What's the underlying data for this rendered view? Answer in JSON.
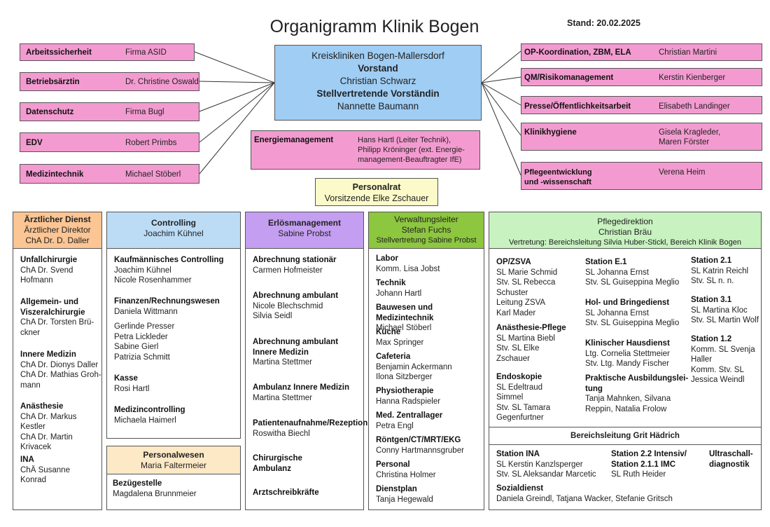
{
  "title": "Organigramm Klinik Bogen",
  "stand": "Stand: 20.02.2025",
  "left_boxes": [
    {
      "label": "Arbeitssicherheit",
      "value": "Firma ASID"
    },
    {
      "label": "Betriebsärztin",
      "value": "Dr. Christine Oswald"
    },
    {
      "label": "Datenschutz",
      "value": "Firma Bugl"
    },
    {
      "label": "EDV",
      "value": "Robert Primbs"
    },
    {
      "label": "Medizintechnik",
      "value": "Michael Stöberl"
    }
  ],
  "right_boxes": [
    {
      "label": "OP-Koordination, ZBM, ELA",
      "value": "Christian Martini"
    },
    {
      "label": "QM/Risikomanagement",
      "value": "Kerstin Kienberger"
    },
    {
      "label": "Presse/Öffentlichkeitsarbeit",
      "value": "Elisabeth Landinger"
    },
    {
      "label": "Klinikhygiene",
      "value": "Gisela Kragleder,\nMaren Förster"
    },
    {
      "label": "Pflegeentwicklung\nund -wissenschaft",
      "value": "Verena Heim"
    }
  ],
  "center": {
    "line1": "Kreiskliniken Bogen-Mallersdorf",
    "line2": "Vorstand",
    "line3": "Christian Schwarz",
    "line4": "Stellvertretende Vorständin",
    "line5": "Nannette Baumann"
  },
  "energie": {
    "label": "Energiemanagement",
    "value": "Hans Hartl (Leiter Technik),\nPhilipp Kröninger (ext. Energie-\nmanagement-Beauftragter IfE)"
  },
  "personalrat": {
    "title": "Personalrat",
    "sub": "Vorsitzende Elke Zschauer"
  },
  "aerztlich": {
    "title": "Ärztlicher Dienst",
    "sub1": "Ärztlicher Direktor",
    "sub2": "ChA Dr. D. Daller",
    "items": [
      {
        "h": "Unfallchirurgie",
        "l": "ChA Dr. Svend\nHofmann"
      },
      {
        "h": "Allgemein- und\nViszeralchirurgie",
        "l": "ChA Dr. Torsten  Brü-\nckner"
      },
      {
        "h": "Innere Medizin",
        "l": "ChA Dr. Dionys Daller\nChA Dr. Mathias Groh-\nmann"
      },
      {
        "h": "Anästhesie",
        "l": "ChA Dr. Markus\nKestler\nChA Dr. Martin Krivacek"
      },
      {
        "h": "INA",
        "l": "ChÄ Susanne\nKonrad"
      }
    ]
  },
  "controlling": {
    "title": "Controlling",
    "sub": "Joachim Kühnel",
    "items": [
      {
        "h": "Kaufmännisches Controlling",
        "l": "Joachim Kühnel\nNicole Rosenhammer"
      },
      {
        "h": "Finanzen/Rechnungswesen",
        "l": "Daniela Wittmann"
      },
      {
        "h": "",
        "l": "Gerlinde Presser\nPetra Lickleder\nSabine Gierl\nPatrizia Schmitt"
      },
      {
        "h": "Kasse",
        "l": "Rosi Hartl"
      },
      {
        "h": "Medizincontrolling",
        "l": "Michaela Haimerl"
      }
    ]
  },
  "personalwesen": {
    "title": "Personalwesen",
    "sub": "Maria Faltermeier",
    "items": [
      {
        "h": "Bezügestelle",
        "l": "Magdalena Brunnmeier"
      }
    ]
  },
  "erloes": {
    "title": "Erlösmanagement",
    "sub": "Sabine Probst",
    "items": [
      {
        "h": "Abrechnung stationär",
        "l": "Carmen Hofmeister"
      },
      {
        "h": "Abrechnung ambulant",
        "l": "Nicole Blechschmid\nSilvia Seidl"
      },
      {
        "h": "Abrechnung ambulant\nInnere Medizin",
        "l": "Martina Stettmer"
      },
      {
        "h": "Ambulanz Innere Medizin",
        "l": "Martina Stettmer"
      },
      {
        "h": "Patientenaufnahme/Rezeption",
        "l": "Roswitha Biechl"
      },
      {
        "h": "Chirurgische\nAmbulanz",
        "l": ""
      },
      {
        "h": "Arztschreibkräfte",
        "l": ""
      }
    ]
  },
  "verwaltung": {
    "title": "Verwaltungsleiter",
    "sub1": "Stefan Fuchs",
    "sub2": "Stellvertretung Sabine Probst",
    "items": [
      {
        "h": "Labor",
        "l": "Komm. Lisa Jobst"
      },
      {
        "h": "Technik",
        "l": "Johann Hartl"
      },
      {
        "h": "Bauwesen und Medizintechnik",
        "l": "Michael Stöberl"
      },
      {
        "h": "Küche",
        "l": "Max Springer"
      },
      {
        "h": "Cafeteria",
        "l": "Benjamin Ackermann\nIlona Sitzberger"
      },
      {
        "h": "Physiotherapie",
        "l": "Hanna Radspieler"
      },
      {
        "h": "Med. Zentrallager",
        "l": "Petra Engl"
      },
      {
        "h": "Röntgen/CT/MRT/EKG",
        "l": "Conny Hartmannsgruber"
      },
      {
        "h": "Personal",
        "l": "Christina Holmer"
      },
      {
        "h": "Dienstplan",
        "l": "Tanja Hegewald"
      }
    ]
  },
  "pflege": {
    "title": "Pflegedirektion",
    "sub1": "Christian Bräu",
    "sub2": "Vertretung: Bereichsleitung Silvia Huber-Stickl, Bereich Klinik Bogen",
    "col1": [
      {
        "h": "OP/ZSVA",
        "l": "SL Marie Schmid\nStv. SL Rebecca\nSchuster\nLeitung ZSVA\nKarl Mader"
      },
      {
        "h": "Anästhesie-Pflege",
        "l": "SL Martina Biebl\nStv. SL Elke\nZschauer"
      },
      {
        "h": "Endoskopie",
        "l": "SL Edeltraud\nSimmel\nStv. SL Tamara\nGegenfurtner"
      }
    ],
    "col2": [
      {
        "h": "Station E.1",
        "l": "SL Johanna Ernst\nStv. SL Guiseppina Meglio"
      },
      {
        "h": "Hol- und Bringedienst",
        "l": "SL Johanna Ernst\nStv. SL Guiseppina Meglio"
      },
      {
        "h": "Klinischer Hausdienst",
        "l": "Ltg. Cornelia Stettmeier\nStv. Ltg. Mandy Fischer"
      },
      {
        "h": "Praktische Ausbildungslei-\ntung",
        "l": "Tanja Mahnken, Silvana\nReppin, Natalia Frolow"
      }
    ],
    "col3": [
      {
        "h": "Station 2.1",
        "l": "SL Katrin Reichl\nStv. SL n. n."
      },
      {
        "h": "Station 3.1",
        "l": "SL Martina Kloc\nStv. SL Martin Wolf"
      },
      {
        "h": "Station 1.2",
        "l": "Komm. SL Svenja\nHaller\nKomm. Stv. SL\nJessica Weindl"
      }
    ],
    "bereich": "Bereichsleitung Grit Hädrich",
    "b_ina": {
      "h": "Station INA",
      "l": "SL Kerstin Kanzlsperger\nStv. SL Aleksandar Marcetic"
    },
    "b_st22": {
      "h": "Station 2.2 Intensiv/\nStation 2.1.1 IMC",
      "l": "SL Ruth Heider"
    },
    "b_ultra": {
      "h": "Ultraschall-\ndiagnostik",
      "l": ""
    },
    "b_sozial": {
      "h": "Sozialdienst",
      "l": "Daniela Greindl, Tatjana Wacker, Stefanie Gritsch"
    }
  },
  "colors": {
    "pink": "#f39bd0",
    "blue": "#9fcdf4",
    "yellow": "#fcfac8",
    "orange": "#fbc594",
    "lightblue": "#bcdcf6",
    "purple": "#c49ef0",
    "green": "#8dc63f",
    "lightgreen": "#c8f2c0",
    "beige": "#fde9c6"
  }
}
